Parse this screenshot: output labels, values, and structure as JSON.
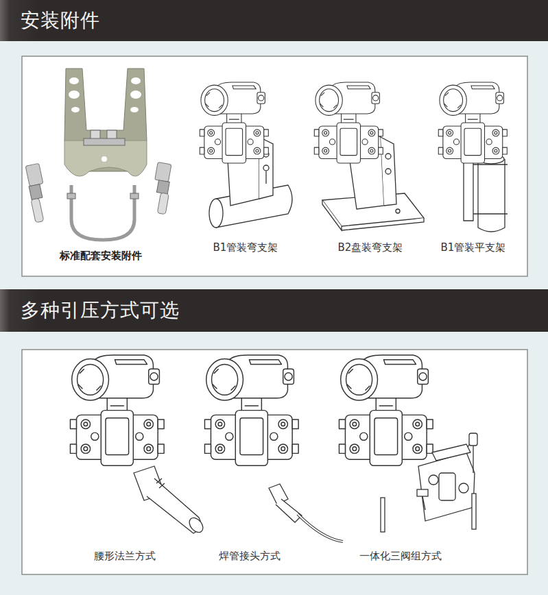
{
  "diagram": {
    "nodes": [
      {
        "text": [
          "安装附件"
        ]
      },
      {
        "text": [
          "多种引压方式可选"
        ]
      }
    ],
    "labels": [
      "标准配套安装附件",
      "B1管装弯支架",
      "B2盘装弯支架",
      "B1管装平支架",
      "腰形法兰方式",
      "焊管接头方式",
      "一体化三阀组方式"
    ]
  }
}
